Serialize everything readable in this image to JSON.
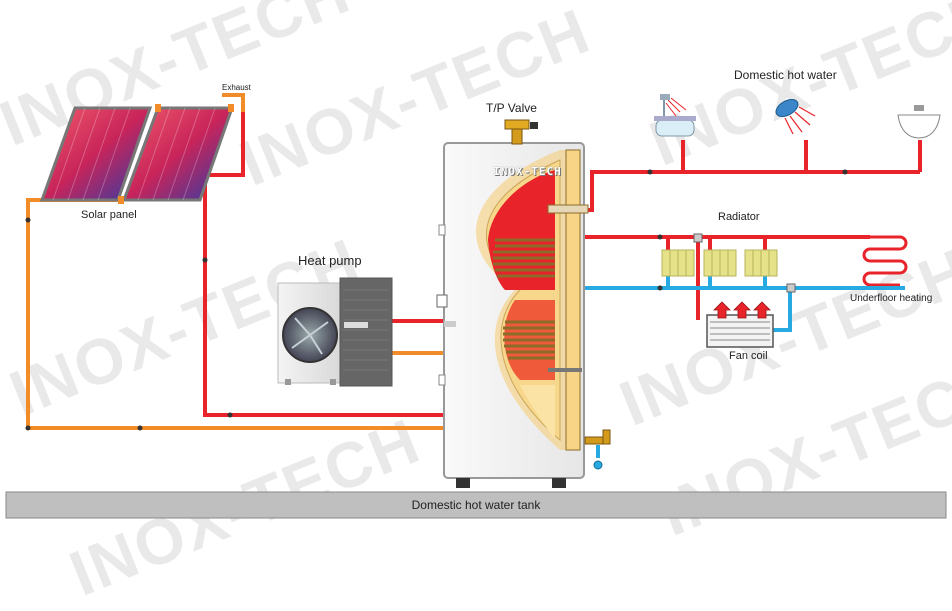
{
  "watermark": "INOX-TECH",
  "tank": {
    "logo": "INOX-TECH"
  },
  "labels": {
    "exhaust": "Exhaust",
    "solar_panel": "Solar panel",
    "heat_pump": "Heat pump",
    "tp_valve": "T/P Valve",
    "domestic_hot_water": "Domestic hot water",
    "radiator": "Radiator",
    "underfloor_heating": "Underfloor heating",
    "fan_coil": "Fan coil",
    "base": "Domestic hot water tank"
  },
  "colors": {
    "hot_pipe": "#e8232a",
    "solar_pipe": "#f28c28",
    "cold_pipe": "#27a9e1",
    "tank_fill": "#fbe3a6",
    "radiator": "#e6e28a"
  }
}
